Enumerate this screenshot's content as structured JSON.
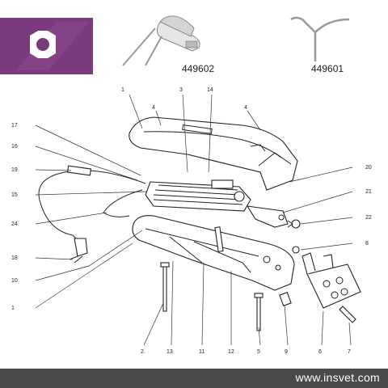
{
  "header": {
    "badge_icon": "hex-nut-icon",
    "badge_color": "#7a3a7d",
    "product_codes": [
      "449602",
      "449601"
    ]
  },
  "diagram": {
    "part_numbers": [
      "1",
      "4",
      "3",
      "14",
      "4",
      "17",
      "16",
      "19",
      "15",
      "24",
      "20",
      "21",
      "22",
      "8",
      "18",
      "10",
      "1",
      "2",
      "13",
      "11",
      "12",
      "5",
      "9",
      "6",
      "7"
    ]
  },
  "footer": {
    "website": "www.insvet.com",
    "bar_color": "#4a4a4a"
  }
}
